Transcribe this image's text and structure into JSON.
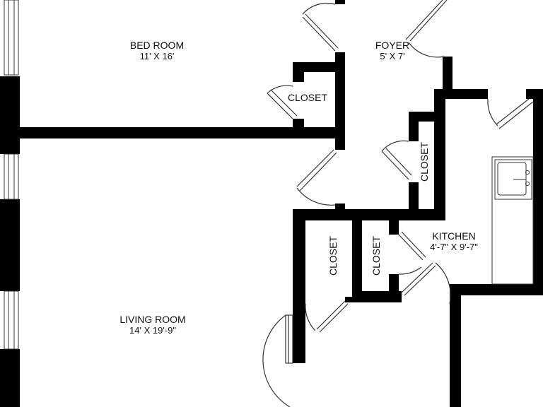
{
  "rooms": {
    "bedroom": {
      "name": "BED ROOM",
      "dim": "11' X 16'"
    },
    "foyer": {
      "name": "FOYER",
      "dim": "5' X 7'"
    },
    "kitchen": {
      "name": "KITCHEN",
      "dim": "4'-7\" X 9'-7\""
    },
    "living": {
      "name": "LIVING ROOM",
      "dim": "14' X 19'-9\""
    }
  },
  "closets": {
    "bedroom_closet": "CLOSET",
    "foyer_closet": "CLOSET",
    "hall_closet_left": "CLOSET",
    "hall_closet_right": "CLOSET"
  },
  "colors": {
    "wall": "#000000",
    "line": "#333333",
    "background": "#ffffff"
  }
}
